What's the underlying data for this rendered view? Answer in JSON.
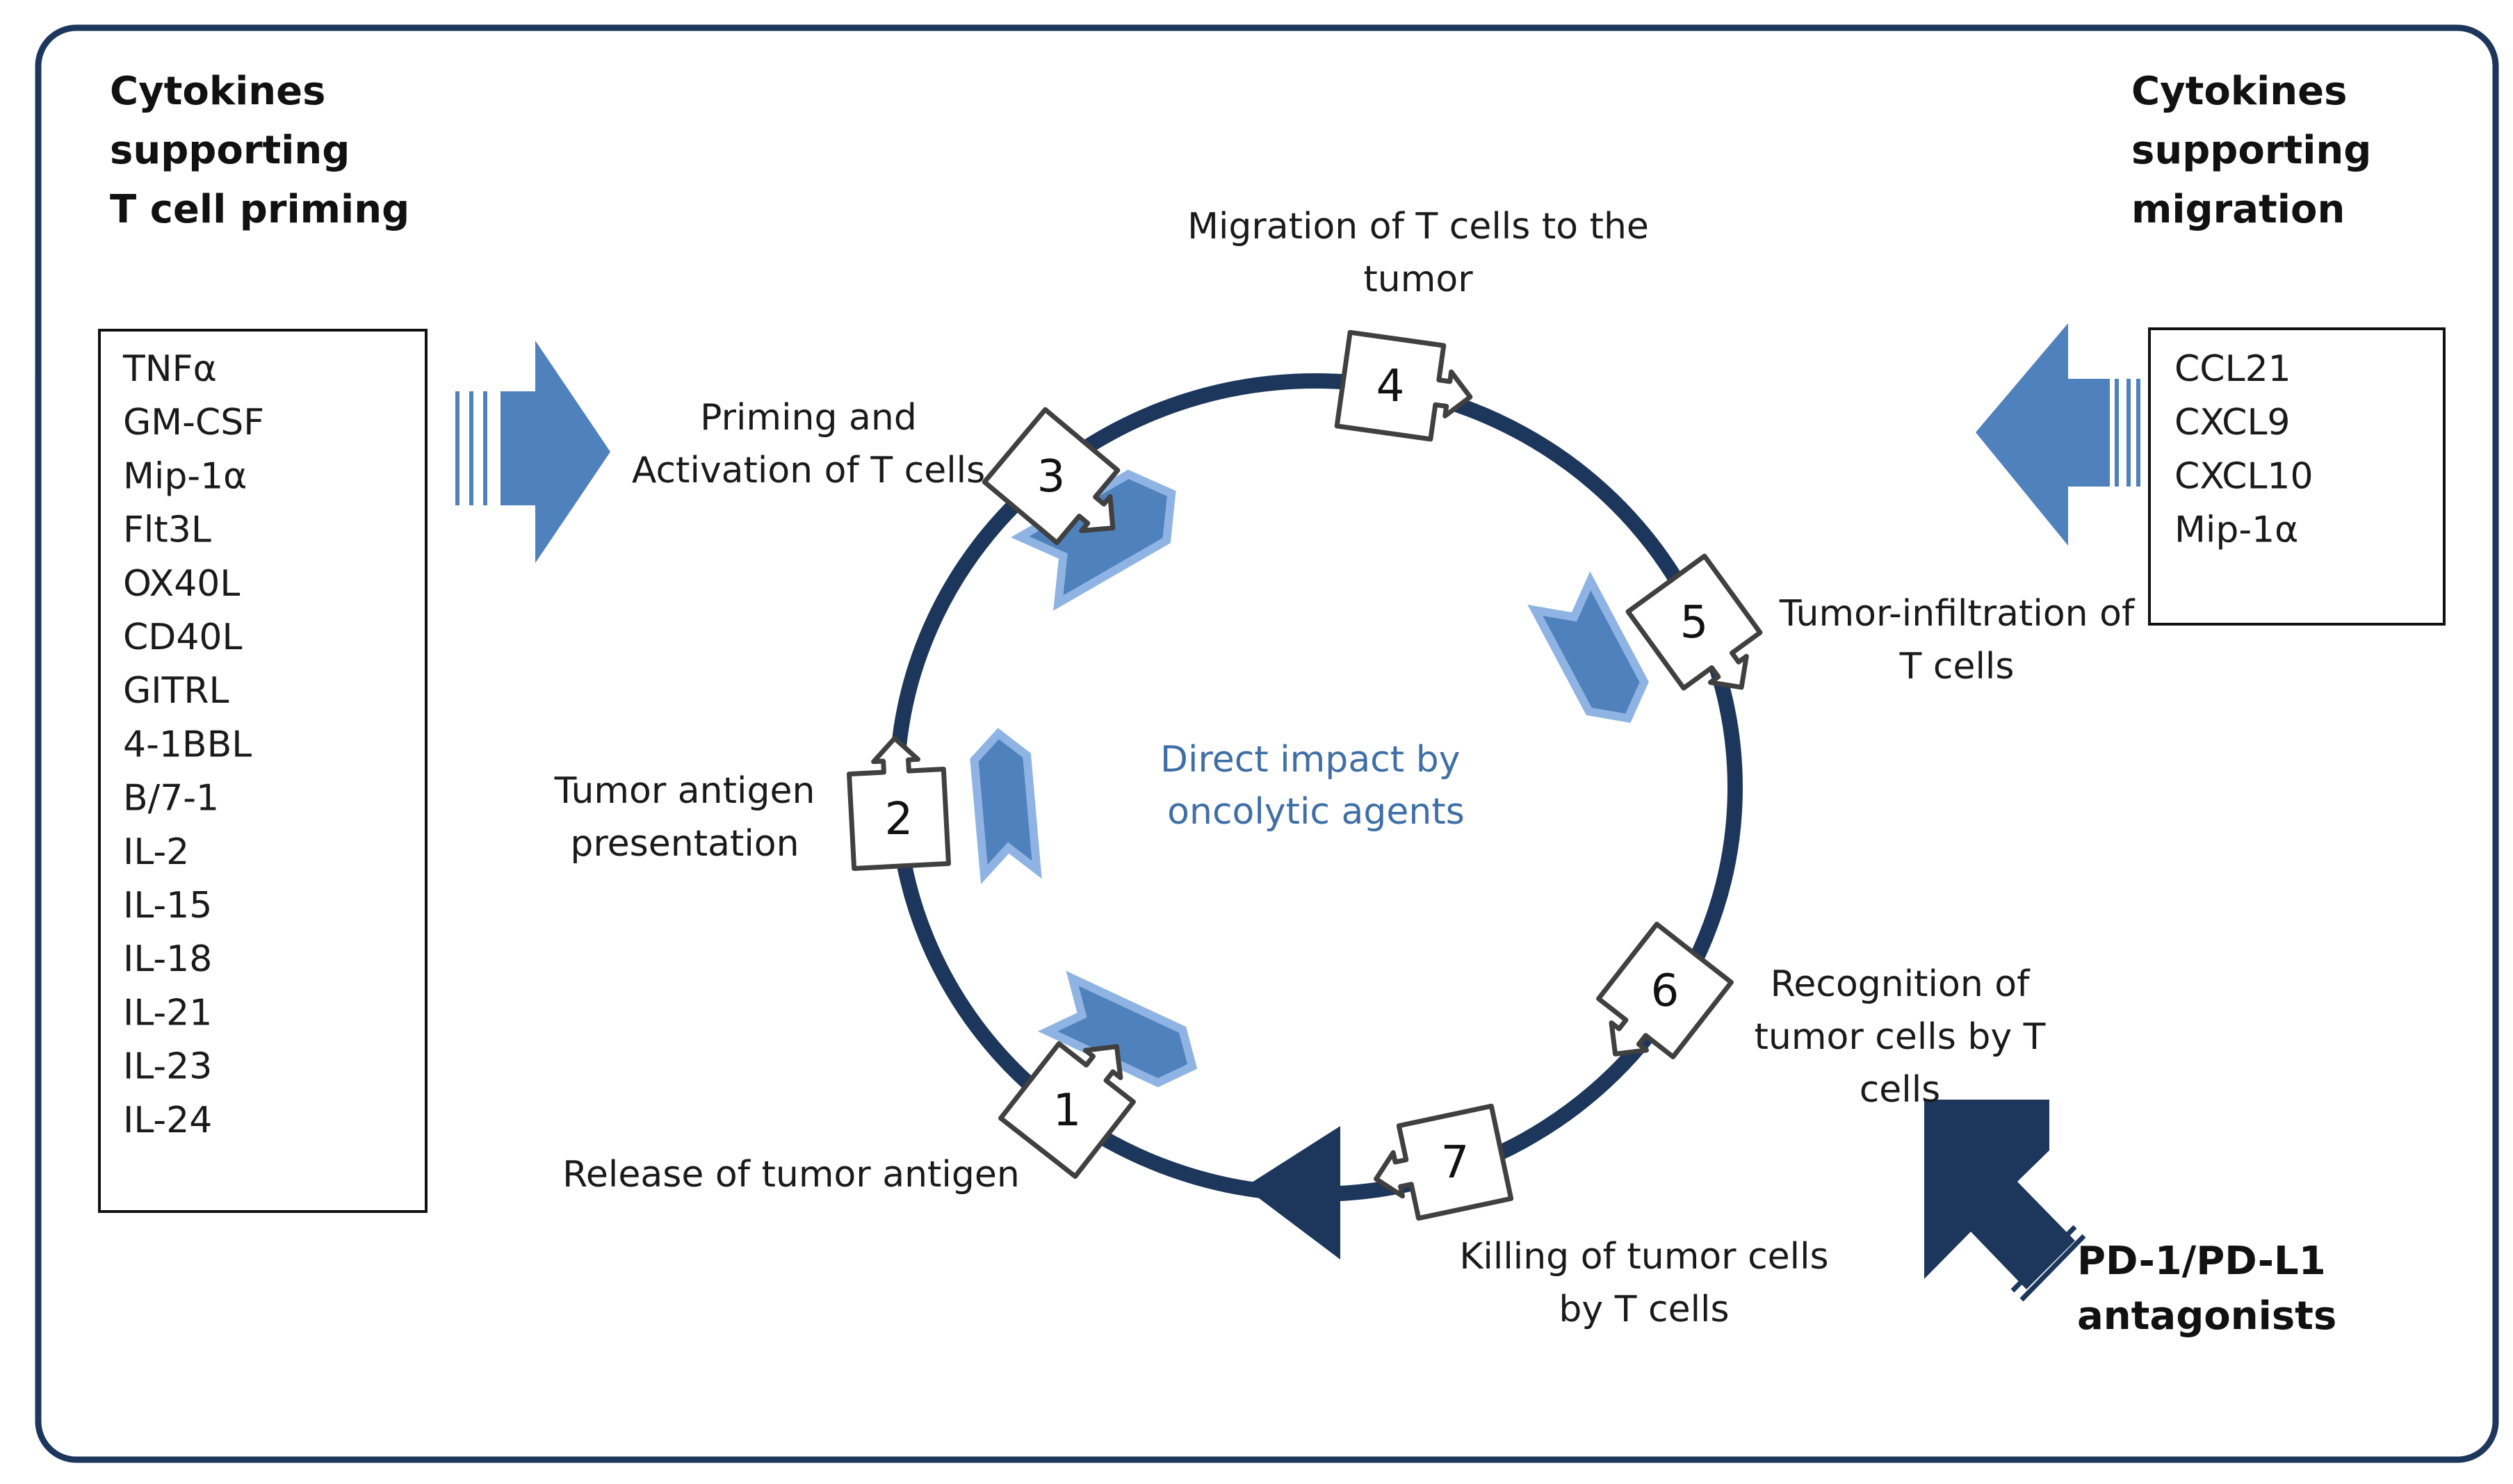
{
  "colors": {
    "ring": "#1c365c",
    "arrow_blue": "#4f81bd",
    "arrow_light": "#8fb4e3",
    "center_text": "#3f6fa6",
    "frame": "#1c365c"
  },
  "headings": {
    "left": [
      "Cytokines",
      "supporting",
      "T cell priming"
    ],
    "right": [
      "Cytokines",
      "supporting",
      "migration"
    ]
  },
  "left_list": [
    "TNFα",
    "GM-CSF",
    "Mip-1α",
    "Flt3L",
    "OX40L",
    "CD40L",
    "GITRL",
    "4-1BBL",
    "B/7-1",
    "IL-2",
    "IL-15",
    "IL-18",
    "IL-21",
    "IL-23",
    "IL-24"
  ],
  "right_list": [
    "CCL21",
    "CXCL9",
    "CXCL10",
    "Mip-1α"
  ],
  "center_label": [
    "Direct impact by",
    "oncolytic agents"
  ],
  "antagonists": [
    "PD-1/PD-L1",
    "antagonists"
  ],
  "steps": [
    {
      "num": "1",
      "label": [
        "Release of tumor  antigen"
      ]
    },
    {
      "num": "2",
      "label": [
        "Tumor  antigen",
        "presentation"
      ]
    },
    {
      "num": "3",
      "label": [
        "Priming and",
        "Activation of T cells"
      ]
    },
    {
      "num": "4",
      "label": [
        "Migration of T cells to the",
        "tumor"
      ]
    },
    {
      "num": "5",
      "label": [
        "Tumor-infiltration  of",
        "T cells"
      ]
    },
    {
      "num": "6",
      "label": [
        "Recognition of",
        "tumor  cells by T",
        "cells"
      ]
    },
    {
      "num": "7",
      "label": [
        "Killing of tumor  cells",
        "by T cells"
      ]
    }
  ]
}
